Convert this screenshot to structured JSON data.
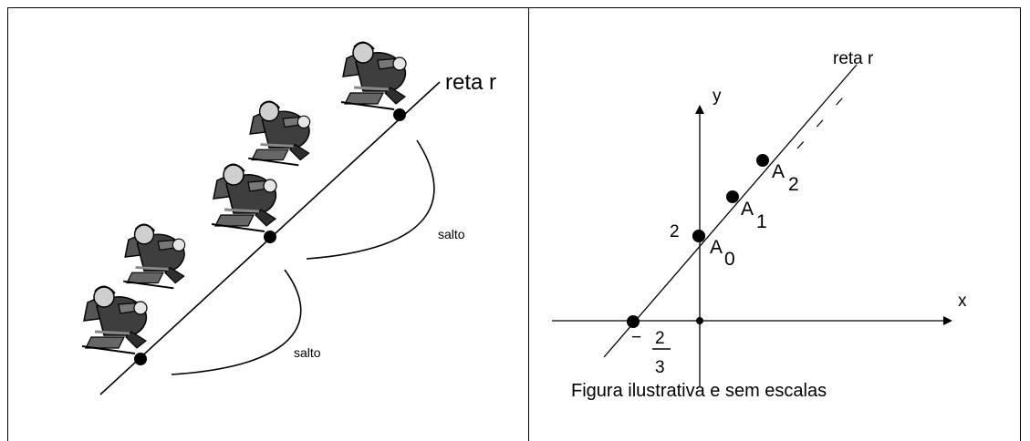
{
  "left_panel": {
    "line_label": "reta r",
    "jump_labels": [
      "salto",
      "salto"
    ],
    "line_color": "#000000"
  },
  "right_panel": {
    "line_label": "reta r",
    "axis_x_label": "x",
    "axis_y_label": "y",
    "y_intercept_label": "2",
    "x_intercept_label": {
      "minus": "−",
      "numerator": "2",
      "denominator": "3"
    },
    "points": [
      {
        "letter": "A",
        "index": "0"
      },
      {
        "letter": "A",
        "index": "1"
      },
      {
        "letter": "A",
        "index": "2"
      }
    ],
    "caption": "Figura ilustrativa e sem escalas"
  }
}
